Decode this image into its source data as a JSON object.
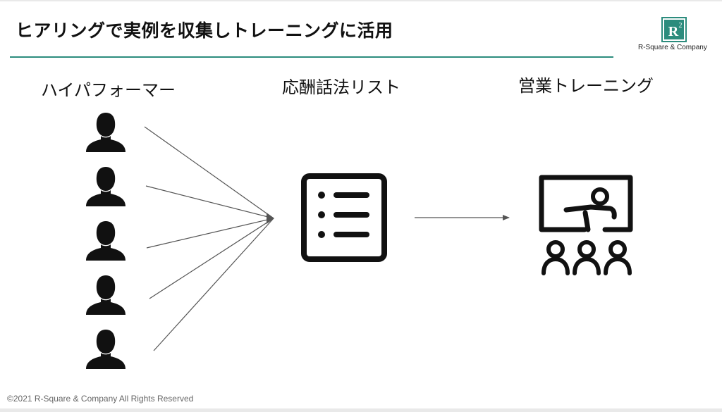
{
  "slide": {
    "title": "ヒアリングで実例を収集しトレーニングに活用",
    "logo_mark": "R2",
    "logo_text": "R-Square & Company",
    "footer": "©2021 R-Square & Company All Rights Reserved"
  },
  "diagram": {
    "left_heading": "ハイパフォーマー",
    "middle_heading": "応酬話法リスト",
    "right_heading": "営業トレーニング",
    "performer_count": 5,
    "colors": {
      "accent": "#2c8c7d",
      "icon": "#111111",
      "arrow": "#555555"
    }
  }
}
